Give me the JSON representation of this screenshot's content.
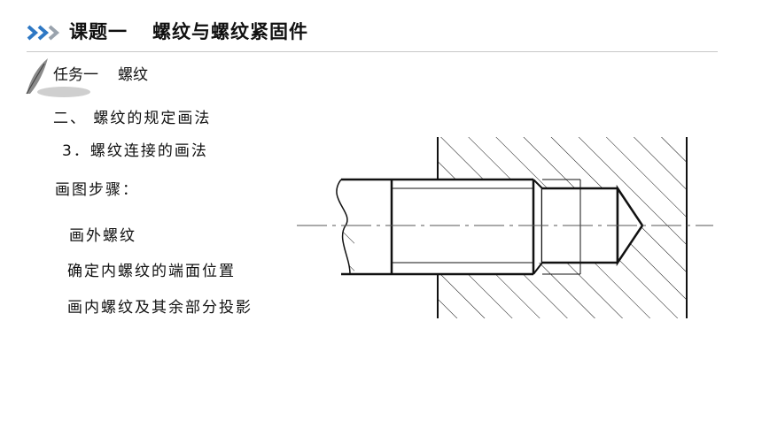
{
  "header": {
    "lesson": "课题一",
    "lesson_title": "螺纹与螺纹紧固件",
    "accent_color": "#2e78c4",
    "icon": "triple-chevron-icon"
  },
  "task": {
    "label": "任务一",
    "name": "螺纹",
    "icon": "quill-pen-icon"
  },
  "content": {
    "section": "二、 螺纹的规定画法",
    "subsection": "3．螺纹连接的画法",
    "steps_title": "画图步骤：",
    "steps": [
      "画外螺纹",
      "确定内螺纹的端面位置",
      "画内螺纹及其余部分投影"
    ]
  },
  "diagram": {
    "description_icon": "threaded-connection-drawing"
  }
}
